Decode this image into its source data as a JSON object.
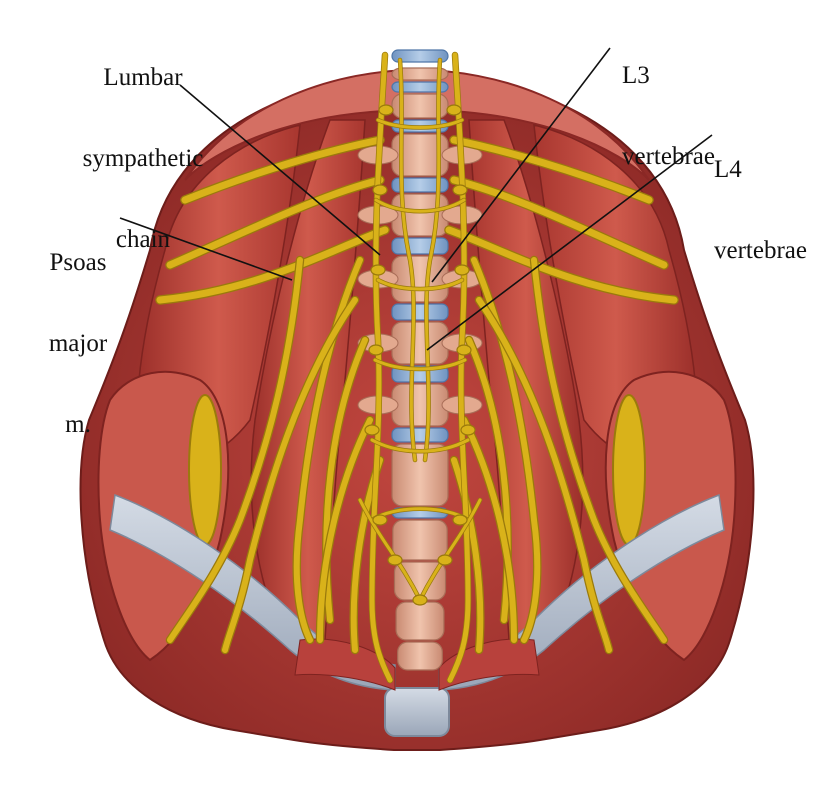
{
  "labels": {
    "lumbar_chain": [
      "Lumbar",
      "sympathetic",
      "chain"
    ],
    "l3": [
      "L3",
      "vertebrae"
    ],
    "l4": [
      "L4",
      "vertebrae"
    ],
    "psoas": [
      "Psoas",
      "major",
      "m."
    ]
  },
  "colors": {
    "muscle": "#b8413c",
    "muscle_light": "#d86a5c",
    "muscle_dark": "#7e2320",
    "tendon": "#b9c3d1",
    "nerve": "#d9b21a",
    "nerve_dark": "#9a7a0c",
    "vertebra": "#e8b69c",
    "disc": "#8fb0d6",
    "leader_line": "#111111"
  }
}
